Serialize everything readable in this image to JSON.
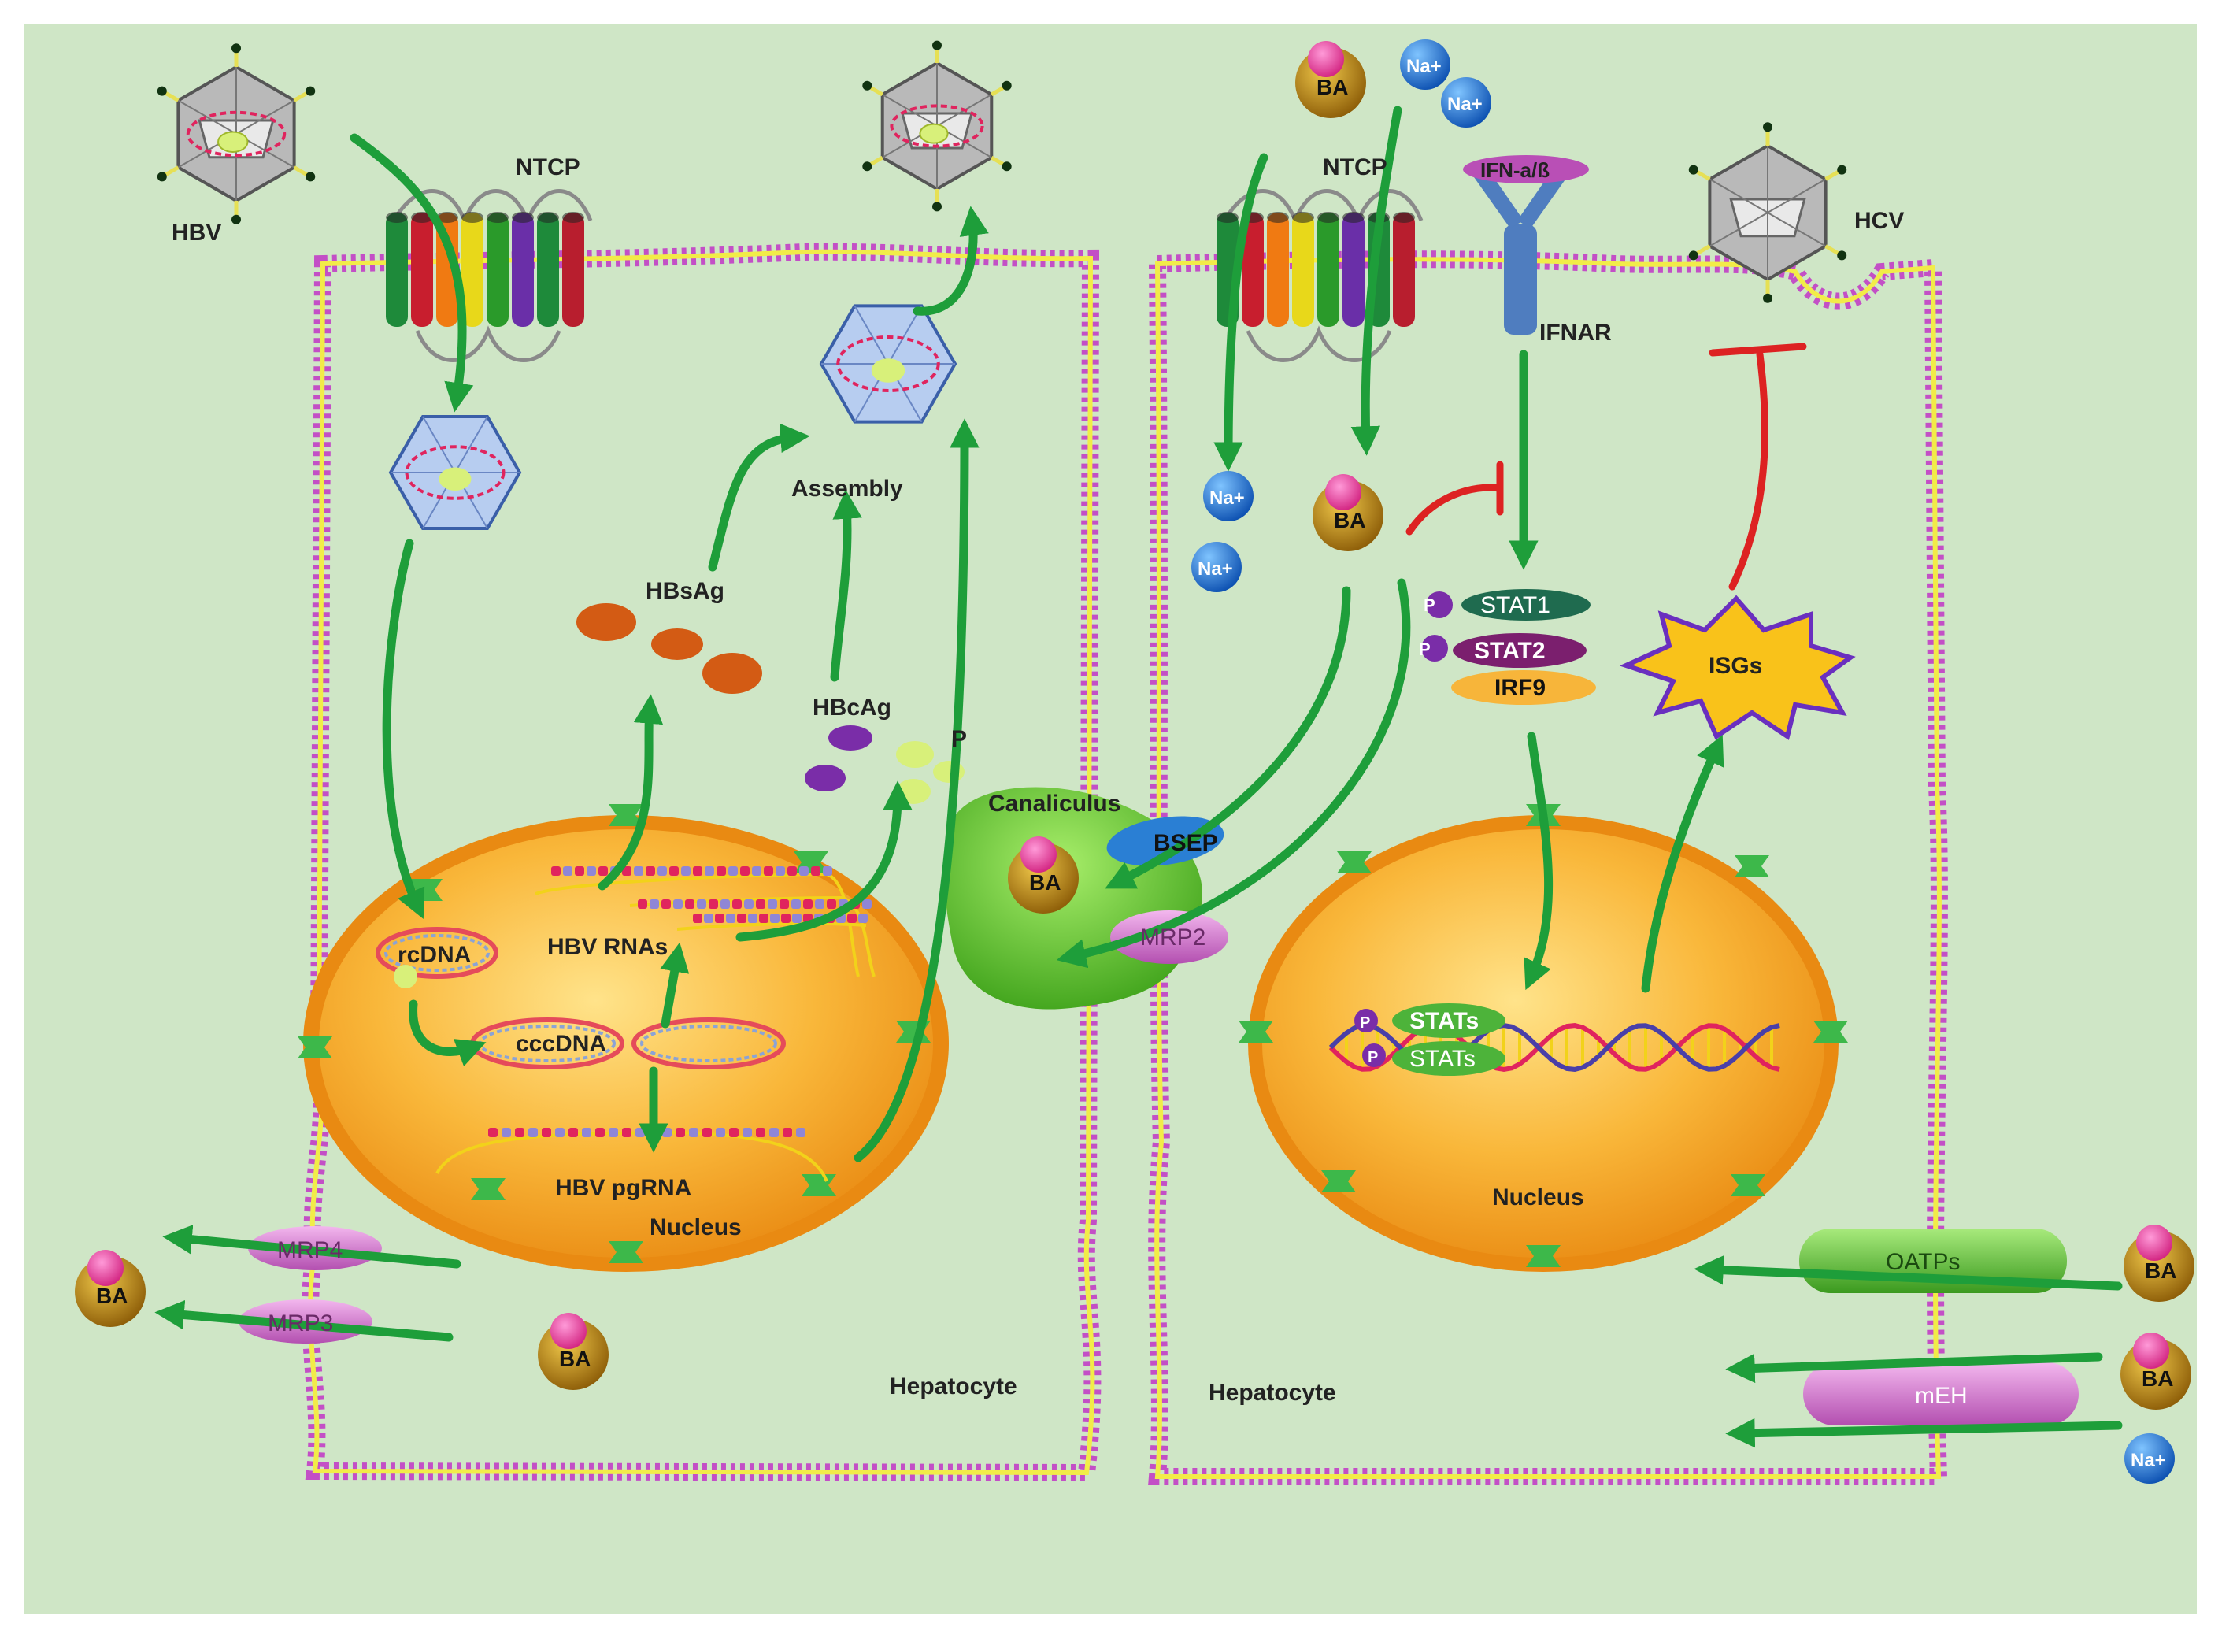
{
  "colors": {
    "background": "#cfe6c6",
    "membrane_purple": "#c34fc6",
    "membrane_yellow": "#f2ec48",
    "nucleus": "#f5a623",
    "arrow_green": "#1e9e3a",
    "inhibit_red": "#d22222",
    "bile_acid": "#b8860b",
    "sodium": "#1f6fd1"
  },
  "labels": {
    "hbv": "HBV",
    "hcv": "HCV",
    "ntcp_left": "NTCP",
    "ntcp_right": "NTCP",
    "ifn": "IFN-a/ß",
    "ifnar": "IFNAR",
    "assembly": "Assembly",
    "hbsag": "HBsAg",
    "hbcag": "HBcAg",
    "p": "P",
    "canaliculus": "Canaliculus",
    "bsep": "BSEP",
    "mrp2": "MRP2",
    "mrp3": "MRP3",
    "mrp4": "MRP4",
    "rcdna": "rcDNA",
    "cccdna": "cccDNA",
    "hbv_rnas": "HBV RNAs",
    "hbv_pgrna": "HBV pgRNA",
    "nucleus_left": "Nucleus",
    "nucleus_right": "Nucleus",
    "hepatocyte_left": "Hepatocyte",
    "hepatocyte_right": "Hepatocyte",
    "stat1": "STAT1",
    "stat2": "STAT2",
    "irf9": "IRF9",
    "isgs": "ISGs",
    "stats_1": "STATs",
    "stats_2": "STATs",
    "oatps": "OATPs",
    "meh": "mEH",
    "ba": "BA",
    "na": "Na+",
    "phospho": "P"
  }
}
